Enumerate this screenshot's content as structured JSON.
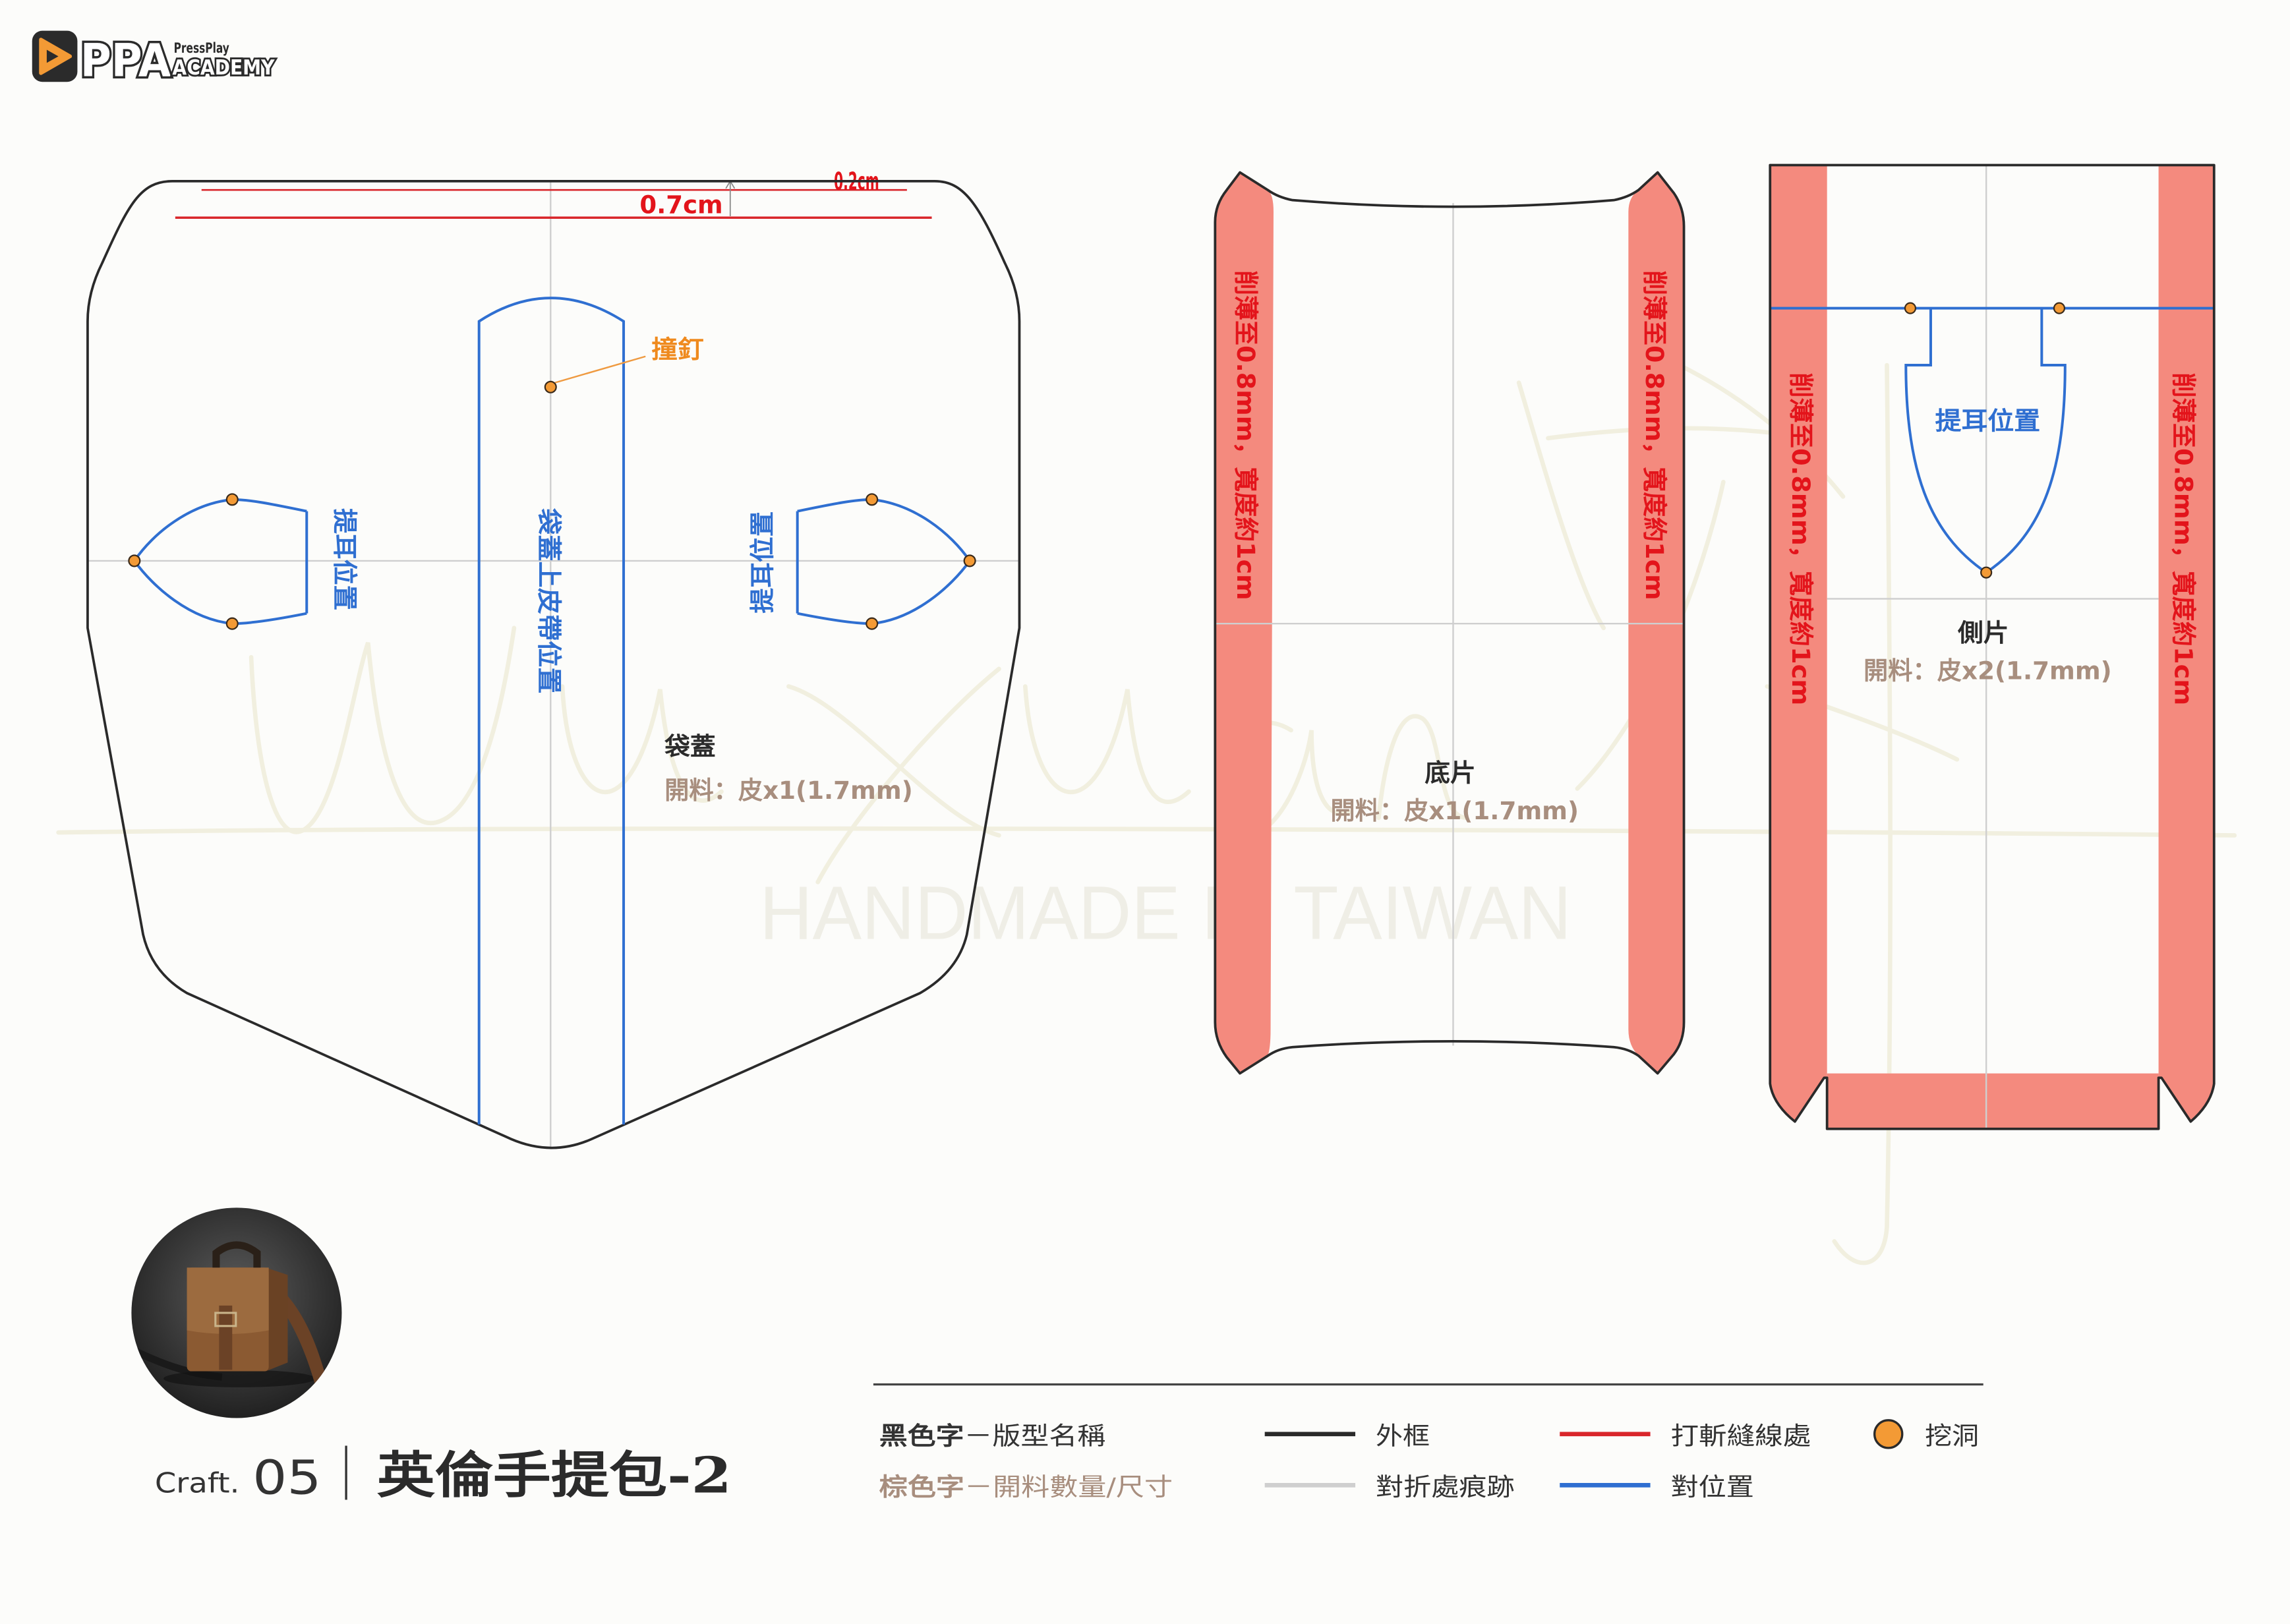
{
  "brand": {
    "logo_main": "PPA",
    "logo_top": "PressPlay",
    "logo_bottom": "ACADEMY"
  },
  "colors": {
    "background": "#fcfcfa",
    "outline": "#2a2a2a",
    "stitch_red": "#d9262b",
    "skive_band": "#f48a7e",
    "fold_gray": "#cfcfcf",
    "align_blue": "#2f6fd1",
    "hole_orange": "#f39a35",
    "rivet_orange": "#ef8a1e",
    "spec_brown": "#a88e7e",
    "label_black": "#2b2b2b",
    "watermark": "#f1efdf"
  },
  "watermark": {
    "tagline": "HANDMADE IN TAIWAN"
  },
  "pieces": {
    "flap": {
      "name": "袋蓋",
      "cut_spec": "開料：皮x1(1.7mm)",
      "stitch_distance": "0.7cm",
      "edge_distance": "0.2cm",
      "rivet_label": "撞釘",
      "strap_label": "袋蓋上皮帶位置",
      "ear_left_label": "提耳位置",
      "ear_right_label": "提耳位置"
    },
    "bottom": {
      "name": "底片",
      "cut_spec": "開料：皮x1(1.7mm)",
      "skive_left": "削薄至0.8mm，寬度約1cm",
      "skive_right": "削薄至0.8mm，寬度約1cm"
    },
    "side": {
      "name": "側片",
      "cut_spec": "開料：皮x2(1.7mm)",
      "ear_label": "提耳位置",
      "skive_left": "削薄至0.8mm，寬度約1cm",
      "skive_right": "削薄至0.8mm，寬度約1cm"
    }
  },
  "title": {
    "prefix": "Craft.",
    "number": "05",
    "name": "英倫手提包-2"
  },
  "legend": {
    "text_black": {
      "term": "黑色字",
      "meaning": "－版型名稱"
    },
    "text_brown": {
      "term": "棕色字",
      "meaning": "－開料數量/尺寸"
    },
    "outline": "外框",
    "fold": "對折處痕跡",
    "stitch": "打斬縫線處",
    "align": "對位置",
    "hole": "挖洞"
  }
}
